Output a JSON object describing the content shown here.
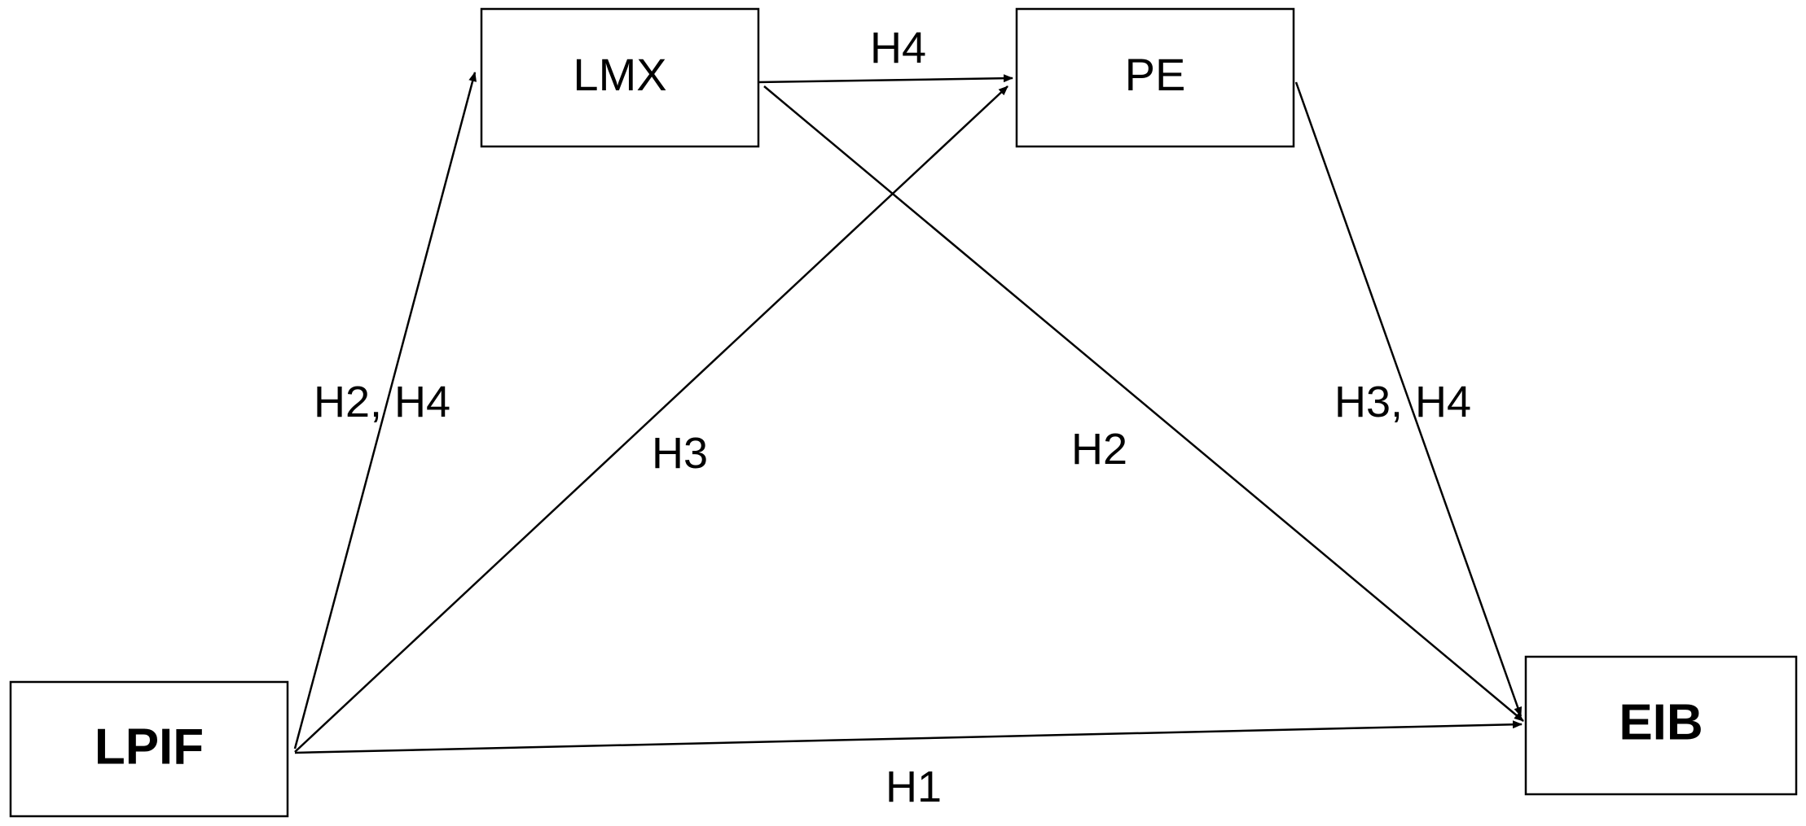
{
  "nodes": [
    {
      "id": "lmx",
      "label": "LMX"
    },
    {
      "id": "pe",
      "label": "PE"
    },
    {
      "id": "lpif",
      "label": "LPIF"
    },
    {
      "id": "eib",
      "label": "EIB"
    }
  ],
  "edges": [
    {
      "id": "lpif-lmx",
      "from": "LPIF",
      "to": "LMX",
      "label": "H2, H4"
    },
    {
      "id": "lmx-pe",
      "from": "LMX",
      "to": "PE",
      "label": "H4"
    },
    {
      "id": "lpif-pe",
      "from": "LPIF",
      "to": "PE",
      "label": "H3"
    },
    {
      "id": "lmx-eib",
      "from": "LMX",
      "to": "EIB",
      "label": "H2"
    },
    {
      "id": "pe-eib",
      "from": "PE",
      "to": "EIB",
      "label": "H3, H4"
    },
    {
      "id": "lpif-eib",
      "from": "LPIF",
      "to": "EIB",
      "label": "H1"
    }
  ],
  "colors": {
    "line": "#000000",
    "background": "#ffffff"
  }
}
